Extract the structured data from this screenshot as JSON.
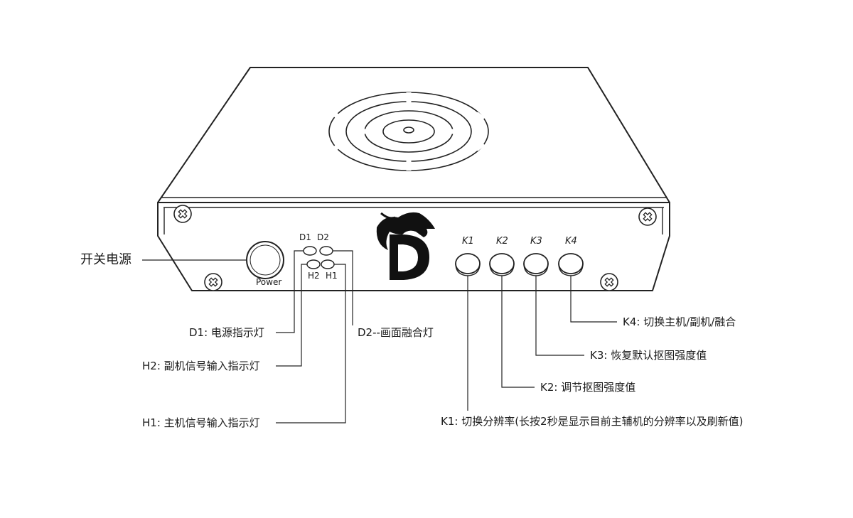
{
  "device": {
    "power_label": "Power",
    "led_labels": {
      "d1": "D1",
      "d2": "D2",
      "h2": "H2",
      "h1": "H1"
    },
    "key_labels": [
      "K1",
      "K2",
      "K3",
      "K4"
    ],
    "logo_icon": "dragon-d-logo-icon"
  },
  "callouts": {
    "power_switch": "开关电源",
    "d1": "D1: 电源指示灯",
    "h2": "H2: 副机信号输入指示灯",
    "h1": "H1: 主机信号输入指示灯",
    "d2": "D2--画面融合灯",
    "k4": "K4: 切换主机/副机/融合",
    "k3": "K3: 恢复默认抠图强度值",
    "k2": "K2: 调节抠图强度值",
    "k1": "K1: 切换分辨率(长按2秒是显示目前主辅机的分辨率以及刷新值)"
  },
  "colors": {
    "line": "#222222",
    "text": "#1a1a1a",
    "logo": "#111111"
  }
}
